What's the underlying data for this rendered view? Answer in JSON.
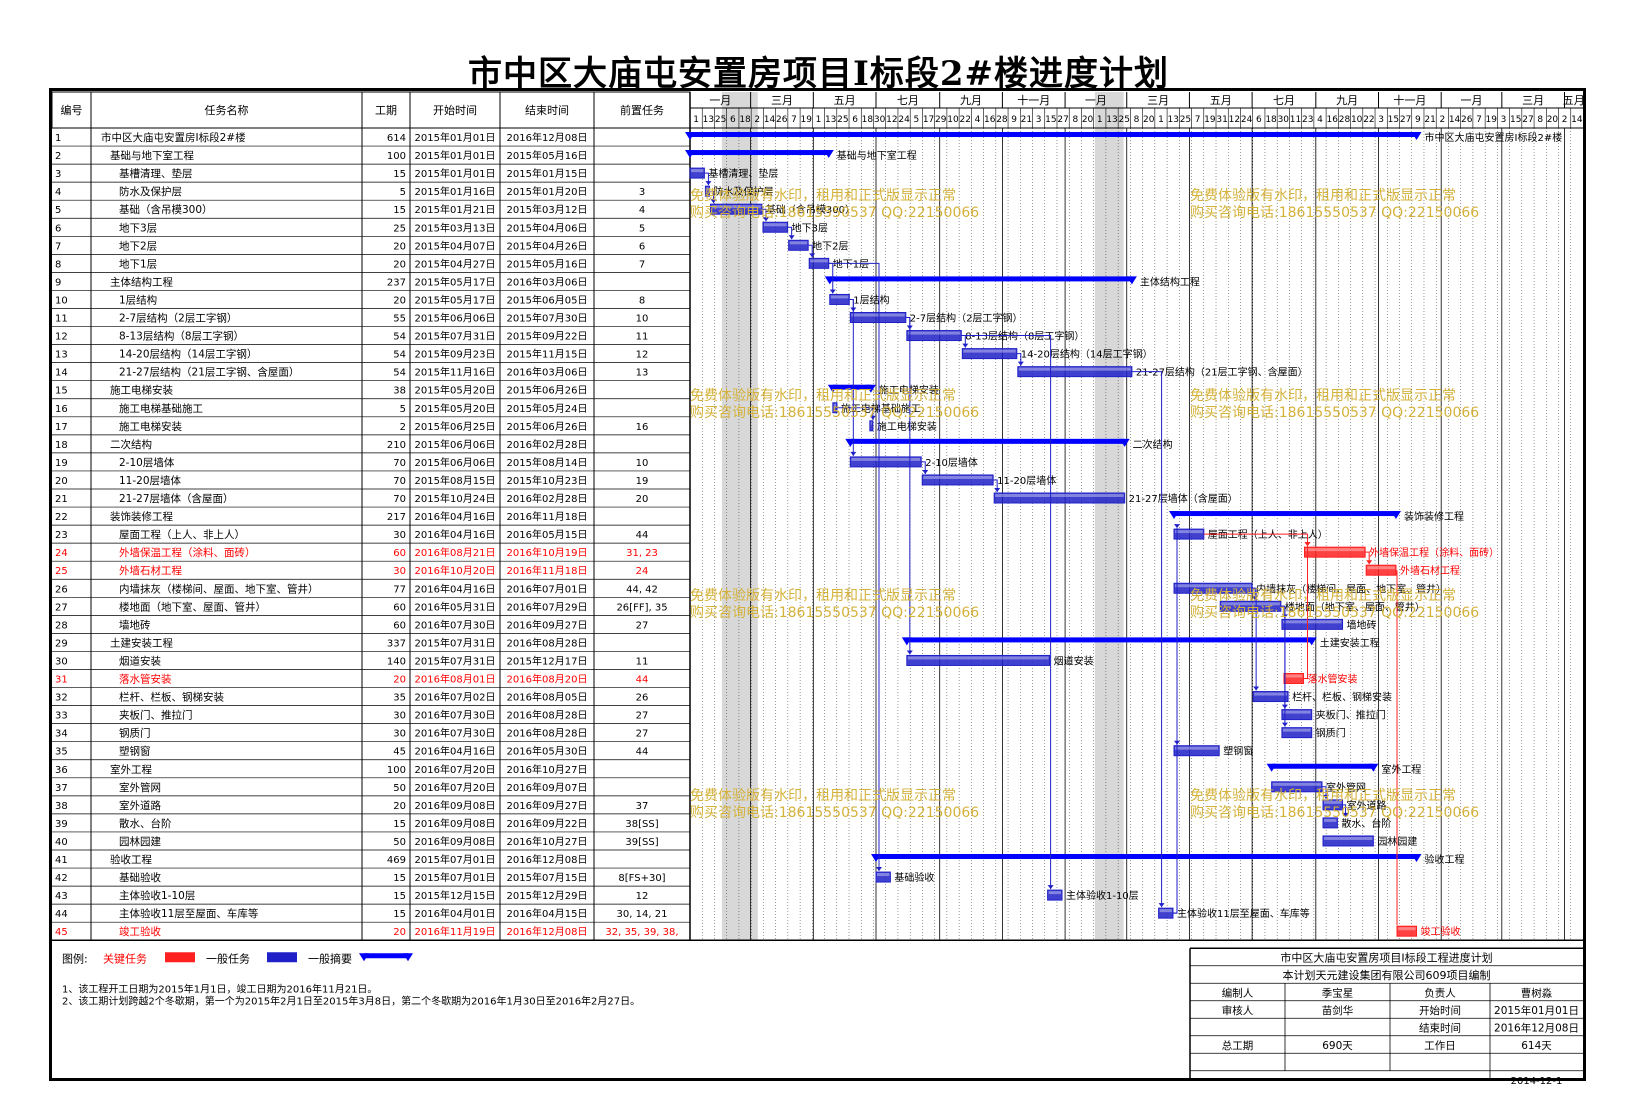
{
  "title": "市中区大庙屯安置房项目Ⅰ标段2#楼进度计划",
  "columns": [
    "编号",
    "任务名称",
    "工期",
    "开始时间",
    "结束时间",
    "前置任务"
  ],
  "timeline": {
    "months": [
      "一月",
      "三月",
      "五月",
      "七月",
      "九月",
      "十一月",
      "一月",
      "三月",
      "五月",
      "七月",
      "九月",
      "十一月",
      "一月",
      "三月",
      "五月"
    ],
    "days": [
      "1",
      "13",
      "25",
      "6",
      "18",
      "2",
      "14",
      "26",
      "7",
      "19",
      "1",
      "13",
      "25",
      "6",
      "18",
      "30",
      "12",
      "24",
      "5",
      "17",
      "29",
      "10",
      "22",
      "4",
      "16",
      "28",
      "9",
      "21",
      "3",
      "15",
      "27",
      "8",
      "20",
      "1",
      "13",
      "25",
      "8",
      "20",
      "1",
      "13",
      "25",
      "7",
      "19",
      "31",
      "12",
      "24",
      "6",
      "18",
      "30",
      "11",
      "23",
      "4",
      "16",
      "28",
      "10",
      "22",
      "3",
      "15",
      "27",
      "9",
      "21",
      "2",
      "14",
      "26",
      "7",
      "19",
      "3",
      "15",
      "27",
      "8",
      "20",
      "2",
      "14"
    ]
  },
  "colors": {
    "critical": "#ff2020",
    "normal": "#2020c8",
    "summary": "#0000ff",
    "critical_text": "#ff0000",
    "watermark": "#d4b23a"
  },
  "watermark": {
    "line1": "免费体验版有水印，租用和正式版显示正常",
    "line2": "购买咨询电话:18615550537 QQ:22150066"
  },
  "tasks": [
    {
      "id": "1",
      "name": "市中区大庙屯安置房Ⅰ标段2#楼",
      "dur": "614",
      "start": "2015年01月01日",
      "end": "2016年12月08日",
      "pred": "",
      "level": 0,
      "type": "summary",
      "label": "市中区大庙屯安置房Ⅰ标段2#楼"
    },
    {
      "id": "2",
      "name": "基础与地下室工程",
      "dur": "100",
      "start": "2015年01月01日",
      "end": "2015年05月16日",
      "pred": "",
      "level": 1,
      "type": "summary",
      "label": "基础与地下室工程"
    },
    {
      "id": "3",
      "name": "基槽清理、垫层",
      "dur": "15",
      "start": "2015年01月01日",
      "end": "2015年01月15日",
      "pred": "",
      "level": 2,
      "type": "normal",
      "label": "基槽清理、垫层"
    },
    {
      "id": "4",
      "name": "防水及保护层",
      "dur": "5",
      "start": "2015年01月16日",
      "end": "2015年01月20日",
      "pred": "3",
      "level": 2,
      "type": "normal",
      "label": "防水及保护层"
    },
    {
      "id": "5",
      "name": "基础（含吊模300）",
      "dur": "15",
      "start": "2015年01月21日",
      "end": "2015年03月12日",
      "pred": "4",
      "level": 2,
      "type": "normal",
      "label": "基础（含吊模300）"
    },
    {
      "id": "6",
      "name": "地下3层",
      "dur": "25",
      "start": "2015年03月13日",
      "end": "2015年04月06日",
      "pred": "5",
      "level": 2,
      "type": "normal",
      "label": "地下3层"
    },
    {
      "id": "7",
      "name": "地下2层",
      "dur": "20",
      "start": "2015年04月07日",
      "end": "2015年04月26日",
      "pred": "6",
      "level": 2,
      "type": "normal",
      "label": "地下2层"
    },
    {
      "id": "8",
      "name": "地下1层",
      "dur": "20",
      "start": "2015年04月27日",
      "end": "2015年05月16日",
      "pred": "7",
      "level": 2,
      "type": "normal",
      "label": "地下1层"
    },
    {
      "id": "9",
      "name": "主体结构工程",
      "dur": "237",
      "start": "2015年05月17日",
      "end": "2016年03月06日",
      "pred": "",
      "level": 1,
      "type": "summary",
      "label": "主体结构工程"
    },
    {
      "id": "10",
      "name": "1层结构",
      "dur": "20",
      "start": "2015年05月17日",
      "end": "2015年06月05日",
      "pred": "8",
      "level": 2,
      "type": "normal",
      "label": "1层结构"
    },
    {
      "id": "11",
      "name": "2-7层结构（2层工字钢）",
      "dur": "55",
      "start": "2015年06月06日",
      "end": "2015年07月30日",
      "pred": "10",
      "level": 2,
      "type": "normal",
      "label": "2-7层结构（2层工字钢）"
    },
    {
      "id": "12",
      "name": "8-13层结构（8层工字钢）",
      "dur": "54",
      "start": "2015年07月31日",
      "end": "2015年09月22日",
      "pred": "11",
      "level": 2,
      "type": "normal",
      "label": "8-13层结构（8层工字钢）"
    },
    {
      "id": "13",
      "name": "14-20层结构（14层工字钢）",
      "dur": "54",
      "start": "2015年09月23日",
      "end": "2015年11月15日",
      "pred": "12",
      "level": 2,
      "type": "normal",
      "label": "14-20层结构（14层工字钢）"
    },
    {
      "id": "14",
      "name": "21-27层结构（21层工字钢、含屋面）",
      "dur": "54",
      "start": "2015年11月16日",
      "end": "2016年03月06日",
      "pred": "13",
      "level": 2,
      "type": "normal",
      "label": "21-27层结构（21层工字钢、含屋面）"
    },
    {
      "id": "15",
      "name": "施工电梯安装",
      "dur": "38",
      "start": "2015年05月20日",
      "end": "2015年06月26日",
      "pred": "",
      "level": 1,
      "type": "summary",
      "label": "施工电梯安装"
    },
    {
      "id": "16",
      "name": "施工电梯基础施工",
      "dur": "5",
      "start": "2015年05月20日",
      "end": "2015年05月24日",
      "pred": "",
      "level": 2,
      "type": "normal",
      "label": "施工电梯基础施工"
    },
    {
      "id": "17",
      "name": "施工电梯安装",
      "dur": "2",
      "start": "2015年06月25日",
      "end": "2015年06月26日",
      "pred": "16",
      "level": 2,
      "type": "normal",
      "label": "施工电梯安装"
    },
    {
      "id": "18",
      "name": "二次结构",
      "dur": "210",
      "start": "2015年06月06日",
      "end": "2016年02月28日",
      "pred": "",
      "level": 1,
      "type": "summary",
      "label": "二次结构"
    },
    {
      "id": "19",
      "name": "2-10层墙体",
      "dur": "70",
      "start": "2015年06月06日",
      "end": "2015年08月14日",
      "pred": "10",
      "level": 2,
      "type": "normal",
      "label": "2-10层墙体"
    },
    {
      "id": "20",
      "name": "11-20层墙体",
      "dur": "70",
      "start": "2015年08月15日",
      "end": "2015年10月23日",
      "pred": "19",
      "level": 2,
      "type": "normal",
      "label": "11-20层墙体"
    },
    {
      "id": "21",
      "name": "21-27层墙体（含屋面）",
      "dur": "70",
      "start": "2015年10月24日",
      "end": "2016年02月28日",
      "pred": "20",
      "level": 2,
      "type": "normal",
      "label": "21-27层墙体（含屋面）"
    },
    {
      "id": "22",
      "name": "装饰装修工程",
      "dur": "217",
      "start": "2016年04月16日",
      "end": "2016年11月18日",
      "pred": "",
      "level": 1,
      "type": "summary",
      "label": "装饰装修工程"
    },
    {
      "id": "23",
      "name": "屋面工程（上人、非上人）",
      "dur": "30",
      "start": "2016年04月16日",
      "end": "2016年05月15日",
      "pred": "44",
      "level": 2,
      "type": "normal",
      "label": "屋面工程（上人、非上人）"
    },
    {
      "id": "24",
      "name": "外墙保温工程（涂料、面砖）",
      "dur": "60",
      "start": "2016年08月21日",
      "end": "2016年10月19日",
      "pred": "31, 23",
      "level": 2,
      "type": "critical",
      "label": "外墙保温工程（涂料、面砖）"
    },
    {
      "id": "25",
      "name": "外墙石材工程",
      "dur": "30",
      "start": "2016年10月20日",
      "end": "2016年11月18日",
      "pred": "24",
      "level": 2,
      "type": "critical",
      "label": "外墙石材工程"
    },
    {
      "id": "26",
      "name": "内墙抹灰（楼梯间、屋面、地下室、管井）",
      "dur": "77",
      "start": "2016年04月16日",
      "end": "2016年07月01日",
      "pred": "44, 42",
      "level": 2,
      "type": "normal",
      "label": "内墙抹灰（楼梯间、屋面、地下室、管井）"
    },
    {
      "id": "27",
      "name": "楼地面（地下室、屋面、管井）",
      "dur": "60",
      "start": "2016年05月31日",
      "end": "2016年07月29日",
      "pred": "26[FF], 35",
      "level": 2,
      "type": "normal",
      "label": "楼地面（地下室、屋面、管井）"
    },
    {
      "id": "28",
      "name": "墙地砖",
      "dur": "60",
      "start": "2016年07月30日",
      "end": "2016年09月27日",
      "pred": "27",
      "level": 2,
      "type": "normal",
      "label": "墙地砖"
    },
    {
      "id": "29",
      "name": "土建安装工程",
      "dur": "337",
      "start": "2015年07月31日",
      "end": "2016年08月28日",
      "pred": "",
      "level": 1,
      "type": "summary",
      "label": "土建安装工程"
    },
    {
      "id": "30",
      "name": "烟道安装",
      "dur": "140",
      "start": "2015年07月31日",
      "end": "2015年12月17日",
      "pred": "11",
      "level": 2,
      "type": "normal",
      "label": "烟道安装"
    },
    {
      "id": "31",
      "name": "落水管安装",
      "dur": "20",
      "start": "2016年08月01日",
      "end": "2016年08月20日",
      "pred": "44",
      "level": 2,
      "type": "critical",
      "label": "落水管安装"
    },
    {
      "id": "32",
      "name": "栏杆、栏板、钢梯安装",
      "dur": "35",
      "start": "2016年07月02日",
      "end": "2016年08月05日",
      "pred": "26",
      "level": 2,
      "type": "normal",
      "label": "栏杆、栏板、钢梯安装"
    },
    {
      "id": "33",
      "name": "夹板门、推拉门",
      "dur": "30",
      "start": "2016年07月30日",
      "end": "2016年08月28日",
      "pred": "27",
      "level": 2,
      "type": "normal",
      "label": "夹板门、推拉门"
    },
    {
      "id": "34",
      "name": "钢质门",
      "dur": "30",
      "start": "2016年07月30日",
      "end": "2016年08月28日",
      "pred": "27",
      "level": 2,
      "type": "normal",
      "label": "钢质门"
    },
    {
      "id": "35",
      "name": "塑钢窗",
      "dur": "45",
      "start": "2016年04月16日",
      "end": "2016年05月30日",
      "pred": "44",
      "level": 2,
      "type": "normal",
      "label": "塑钢窗"
    },
    {
      "id": "36",
      "name": "室外工程",
      "dur": "100",
      "start": "2016年07月20日",
      "end": "2016年10月27日",
      "pred": "",
      "level": 1,
      "type": "summary",
      "label": "室外工程"
    },
    {
      "id": "37",
      "name": "室外管网",
      "dur": "50",
      "start": "2016年07月20日",
      "end": "2016年09月07日",
      "pred": "",
      "level": 2,
      "type": "normal",
      "label": "室外管网"
    },
    {
      "id": "38",
      "name": "室外道路",
      "dur": "20",
      "start": "2016年09月08日",
      "end": "2016年09月27日",
      "pred": "37",
      "level": 2,
      "type": "normal",
      "label": "室外道路"
    },
    {
      "id": "39",
      "name": "散水、台阶",
      "dur": "15",
      "start": "2016年09月08日",
      "end": "2016年09月22日",
      "pred": "38[SS]",
      "level": 2,
      "type": "normal",
      "label": "散水、台阶"
    },
    {
      "id": "40",
      "name": "园林园建",
      "dur": "50",
      "start": "2016年09月08日",
      "end": "2016年10月27日",
      "pred": "39[SS]",
      "level": 2,
      "type": "normal",
      "label": "园林园建"
    },
    {
      "id": "41",
      "name": "验收工程",
      "dur": "469",
      "start": "2015年07月01日",
      "end": "2016年12月08日",
      "pred": "",
      "level": 1,
      "type": "summary",
      "label": "验收工程"
    },
    {
      "id": "42",
      "name": "基础验收",
      "dur": "15",
      "start": "2015年07月01日",
      "end": "2015年07月15日",
      "pred": "8[FS+30]",
      "level": 2,
      "type": "normal",
      "label": "基础验收"
    },
    {
      "id": "43",
      "name": "主体验收1-10层",
      "dur": "15",
      "start": "2015年12月15日",
      "end": "2015年12月29日",
      "pred": "12",
      "level": 2,
      "type": "normal",
      "label": "主体验收1-10层"
    },
    {
      "id": "44",
      "name": "主体验收11层至屋面、车库等",
      "dur": "15",
      "start": "2016年04月01日",
      "end": "2016年04月15日",
      "pred": "30, 14, 21",
      "level": 2,
      "type": "normal",
      "label": "主体验收11层至屋面、车库等"
    },
    {
      "id": "45",
      "name": "竣工验收",
      "dur": "20",
      "start": "2016年11月19日",
      "end": "2016年12月08日",
      "pred": "32, 35, 39, 38,",
      "level": 2,
      "type": "critical",
      "label": "竣工验收"
    }
  ],
  "legend": {
    "heading": "图例:",
    "critical": "关键任务",
    "normal": "一般任务",
    "summary": "一般摘要"
  },
  "notes": [
    "1、该工程开工日期为2015年1月1日，竣工日期为2016年11月21日。",
    "2、该工期计划跨越2个冬歇期，第一个为2015年2月1日至2015年3月8日，第二个冬歇期为2016年1月30日至2016年2月27日。"
  ],
  "info": {
    "title": "市中区大庙屯安置房项目Ⅰ标段工程进度计划",
    "subtitle": "本计划天元建设集团有限公司609项目编制",
    "compiler_label": "编制人",
    "compiler": "季宝星",
    "owner_label": "负责人",
    "owner": "曹树淼",
    "reviewer_label": "审核人",
    "reviewer": "苗剑华",
    "start_label": "开始时间",
    "start": "2015年01月01日",
    "end_label": "结束时间",
    "end": "2016年12月08日",
    "total_label": "总工期",
    "total": "690天",
    "workdays_label": "工作日",
    "workdays": "614天",
    "date": "2014-12-1"
  },
  "chart_data": {
    "type": "gantt",
    "title": "市中区大庙屯安置房项目Ⅰ标段2#楼进度计划",
    "x_range": [
      "2015-01-01",
      "2017-05-20"
    ],
    "tasks": [
      {
        "id": 1,
        "start": "2015-01-01",
        "end": "2016-12-08",
        "type": "summary"
      },
      {
        "id": 2,
        "start": "2015-01-01",
        "end": "2015-05-16",
        "type": "summary"
      },
      {
        "id": 3,
        "start": "2015-01-01",
        "end": "2015-01-15",
        "type": "normal"
      },
      {
        "id": 4,
        "start": "2015-01-16",
        "end": "2015-01-20",
        "type": "normal"
      },
      {
        "id": 5,
        "start": "2015-01-21",
        "end": "2015-03-12",
        "type": "normal"
      },
      {
        "id": 6,
        "start": "2015-03-13",
        "end": "2015-04-06",
        "type": "normal"
      },
      {
        "id": 7,
        "start": "2015-04-07",
        "end": "2015-04-26",
        "type": "normal"
      },
      {
        "id": 8,
        "start": "2015-04-27",
        "end": "2015-05-16",
        "type": "normal"
      },
      {
        "id": 9,
        "start": "2015-05-17",
        "end": "2016-03-06",
        "type": "summary"
      },
      {
        "id": 10,
        "start": "2015-05-17",
        "end": "2015-06-05",
        "type": "normal"
      },
      {
        "id": 11,
        "start": "2015-06-06",
        "end": "2015-07-30",
        "type": "normal"
      },
      {
        "id": 12,
        "start": "2015-07-31",
        "end": "2015-09-22",
        "type": "normal"
      },
      {
        "id": 13,
        "start": "2015-09-23",
        "end": "2015-11-15",
        "type": "normal"
      },
      {
        "id": 14,
        "start": "2015-11-16",
        "end": "2016-03-06",
        "type": "normal"
      },
      {
        "id": 15,
        "start": "2015-05-20",
        "end": "2015-06-26",
        "type": "summary"
      },
      {
        "id": 16,
        "start": "2015-05-20",
        "end": "2015-05-24",
        "type": "normal"
      },
      {
        "id": 17,
        "start": "2015-06-25",
        "end": "2015-06-26",
        "type": "normal"
      },
      {
        "id": 18,
        "start": "2015-06-06",
        "end": "2016-02-28",
        "type": "summary"
      },
      {
        "id": 19,
        "start": "2015-06-06",
        "end": "2015-08-14",
        "type": "normal"
      },
      {
        "id": 20,
        "start": "2015-08-15",
        "end": "2015-10-23",
        "type": "normal"
      },
      {
        "id": 21,
        "start": "2015-10-24",
        "end": "2016-02-28",
        "type": "normal"
      },
      {
        "id": 22,
        "start": "2016-04-16",
        "end": "2016-11-18",
        "type": "summary"
      },
      {
        "id": 23,
        "start": "2016-04-16",
        "end": "2016-05-15",
        "type": "normal"
      },
      {
        "id": 24,
        "start": "2016-08-21",
        "end": "2016-10-19",
        "type": "critical"
      },
      {
        "id": 25,
        "start": "2016-10-20",
        "end": "2016-11-18",
        "type": "critical"
      },
      {
        "id": 26,
        "start": "2016-04-16",
        "end": "2016-07-01",
        "type": "normal"
      },
      {
        "id": 27,
        "start": "2016-05-31",
        "end": "2016-07-29",
        "type": "normal"
      },
      {
        "id": 28,
        "start": "2016-07-30",
        "end": "2016-09-27",
        "type": "normal"
      },
      {
        "id": 29,
        "start": "2015-07-31",
        "end": "2016-08-28",
        "type": "summary"
      },
      {
        "id": 30,
        "start": "2015-07-31",
        "end": "2015-12-17",
        "type": "normal"
      },
      {
        "id": 31,
        "start": "2016-08-01",
        "end": "2016-08-20",
        "type": "critical"
      },
      {
        "id": 32,
        "start": "2016-07-02",
        "end": "2016-08-05",
        "type": "normal"
      },
      {
        "id": 33,
        "start": "2016-07-30",
        "end": "2016-08-28",
        "type": "normal"
      },
      {
        "id": 34,
        "start": "2016-07-30",
        "end": "2016-08-28",
        "type": "normal"
      },
      {
        "id": 35,
        "start": "2016-04-16",
        "end": "2016-05-30",
        "type": "normal"
      },
      {
        "id": 36,
        "start": "2016-07-20",
        "end": "2016-10-27",
        "type": "summary"
      },
      {
        "id": 37,
        "start": "2016-07-20",
        "end": "2016-09-07",
        "type": "normal"
      },
      {
        "id": 38,
        "start": "2016-09-08",
        "end": "2016-09-27",
        "type": "normal"
      },
      {
        "id": 39,
        "start": "2016-09-08",
        "end": "2016-09-22",
        "type": "normal"
      },
      {
        "id": 40,
        "start": "2016-09-08",
        "end": "2016-10-27",
        "type": "normal"
      },
      {
        "id": 41,
        "start": "2015-07-01",
        "end": "2016-12-08",
        "type": "summary"
      },
      {
        "id": 42,
        "start": "2015-07-01",
        "end": "2015-07-15",
        "type": "normal"
      },
      {
        "id": 43,
        "start": "2015-12-15",
        "end": "2015-12-29",
        "type": "normal"
      },
      {
        "id": 44,
        "start": "2016-04-01",
        "end": "2016-04-15",
        "type": "normal"
      },
      {
        "id": 45,
        "start": "2016-11-19",
        "end": "2016-12-08",
        "type": "critical"
      }
    ],
    "shaded_periods": [
      [
        "2015-02-01",
        "2015-03-08"
      ],
      [
        "2016-01-30",
        "2016-02-27"
      ]
    ]
  }
}
